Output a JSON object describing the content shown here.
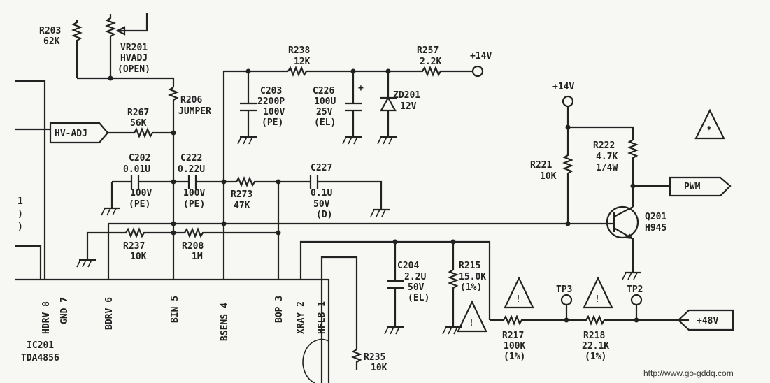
{
  "components": {
    "r203_ref": "R203",
    "r203_val": "62K",
    "vr201_ref": "VR201",
    "vr201_val": "HVADJ",
    "vr201_note": "(OPEN)",
    "r238_ref": "R238",
    "r238_val": "12K",
    "r257_ref": "R257",
    "r257_val": "2.2K",
    "r206_ref": "R206",
    "r206_val": "JUMPER",
    "c203_ref": "C203",
    "c203_val": "2200P",
    "c203_v": "100V",
    "c203_t": "(PE)",
    "c226_ref": "C226",
    "c226_val": "100U",
    "c226_v": "25V",
    "c226_t": "(EL)",
    "zd201_ref": "ZD201",
    "zd201_val": "12V",
    "r267_ref": "R267",
    "r267_val": "56K",
    "c202_ref": "C202",
    "c202_val": "0.01U",
    "c202_v": "100V",
    "c202_t": "(PE)",
    "c222_ref": "C222",
    "c222_val": "0.22U",
    "c222_v": "100V",
    "c222_t": "(PE)",
    "r273_ref": "R273",
    "r273_val": "47K",
    "c227_ref": "C227",
    "c227_val": "0.1U",
    "c227_v": "50V",
    "c227_t": "(D)",
    "r221_ref": "R221",
    "r221_val": "10K",
    "r222_ref": "R222",
    "r222_val": "4.7K",
    "r222_w": "1/4W",
    "q201_ref": "Q201",
    "q201_val": "H945",
    "r237_ref": "R237",
    "r237_val": "10K",
    "r208_ref": "R208",
    "r208_val": "1M",
    "c204_ref": "C204",
    "c204_val": "2.2U",
    "c204_v": "50V",
    "c204_t": "(EL)",
    "r215_ref": "R215",
    "r215_val": "15.0K",
    "r215_t": "(1%)",
    "r217_ref": "R217",
    "r217_val": "100K",
    "r217_t": "(1%)",
    "r218_ref": "R218",
    "r218_val": "22.1K",
    "r218_t": "(1%)",
    "r235_ref": "R235",
    "r235_val": "10K",
    "tp3": "TP3",
    "tp2": "TP2"
  },
  "nets": {
    "v14_top": "+14V",
    "v14_mid": "+14V",
    "hv_adj": "HV-ADJ",
    "pwm": "PWM",
    "v48": "+48V"
  },
  "ic": {
    "ref": "IC201",
    "part": "TDA4856",
    "pins": [
      "HDRV 8",
      "GND 7",
      "BDRV 6",
      "BIN 5",
      "BSENS 4",
      "BOP 3",
      "XRAY 2",
      "HFLB 1"
    ]
  },
  "symbols": {
    "safety": "!",
    "star": "*"
  },
  "footer": {
    "url": "http://www.go-gddq.com"
  }
}
